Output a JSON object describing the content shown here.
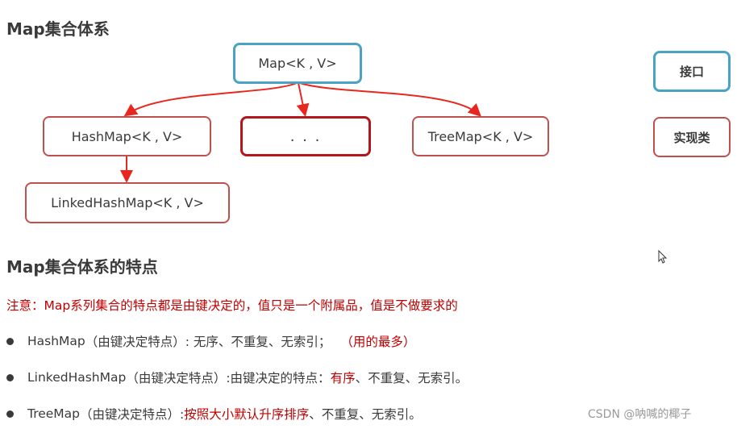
{
  "headings": {
    "hierarchy": "Map集合体系",
    "features": "Map集合体系的特点"
  },
  "diagram": {
    "root": "Map<K , V>",
    "children": [
      "HashMap<K , V>",
      ". . .",
      "TreeMap<K , V>"
    ],
    "grandchild": "LinkedHashMap<K , V>"
  },
  "legend": {
    "interface": "接口",
    "implementation": "实现类"
  },
  "note": "注意：Map系列集合的特点都是由键决定的，值只是一个附属品，值是不做要求的",
  "bullets": [
    {
      "name": "HashMap",
      "desc": "（由键决定特点）: 无序、不重复、无索引；",
      "highlight": "（用的最多）",
      "rest": ""
    },
    {
      "name": "LinkedHashMap",
      "desc": " （由键决定特点）:由键决定的特点：",
      "highlight": "有序",
      "rest": "、不重复、无索引。"
    },
    {
      "name": "TreeMap",
      "desc": " （由键决定特点）:",
      "highlight": "按照大小默认升序排序",
      "rest": "、不重复、无索引。"
    }
  ],
  "watermark": "CSDN @呐喊的椰子",
  "colors": {
    "interface_border": "#4aa3c4",
    "class_border": "#c0504d",
    "arrow": "#e8281e",
    "note_red": "#c00000"
  }
}
